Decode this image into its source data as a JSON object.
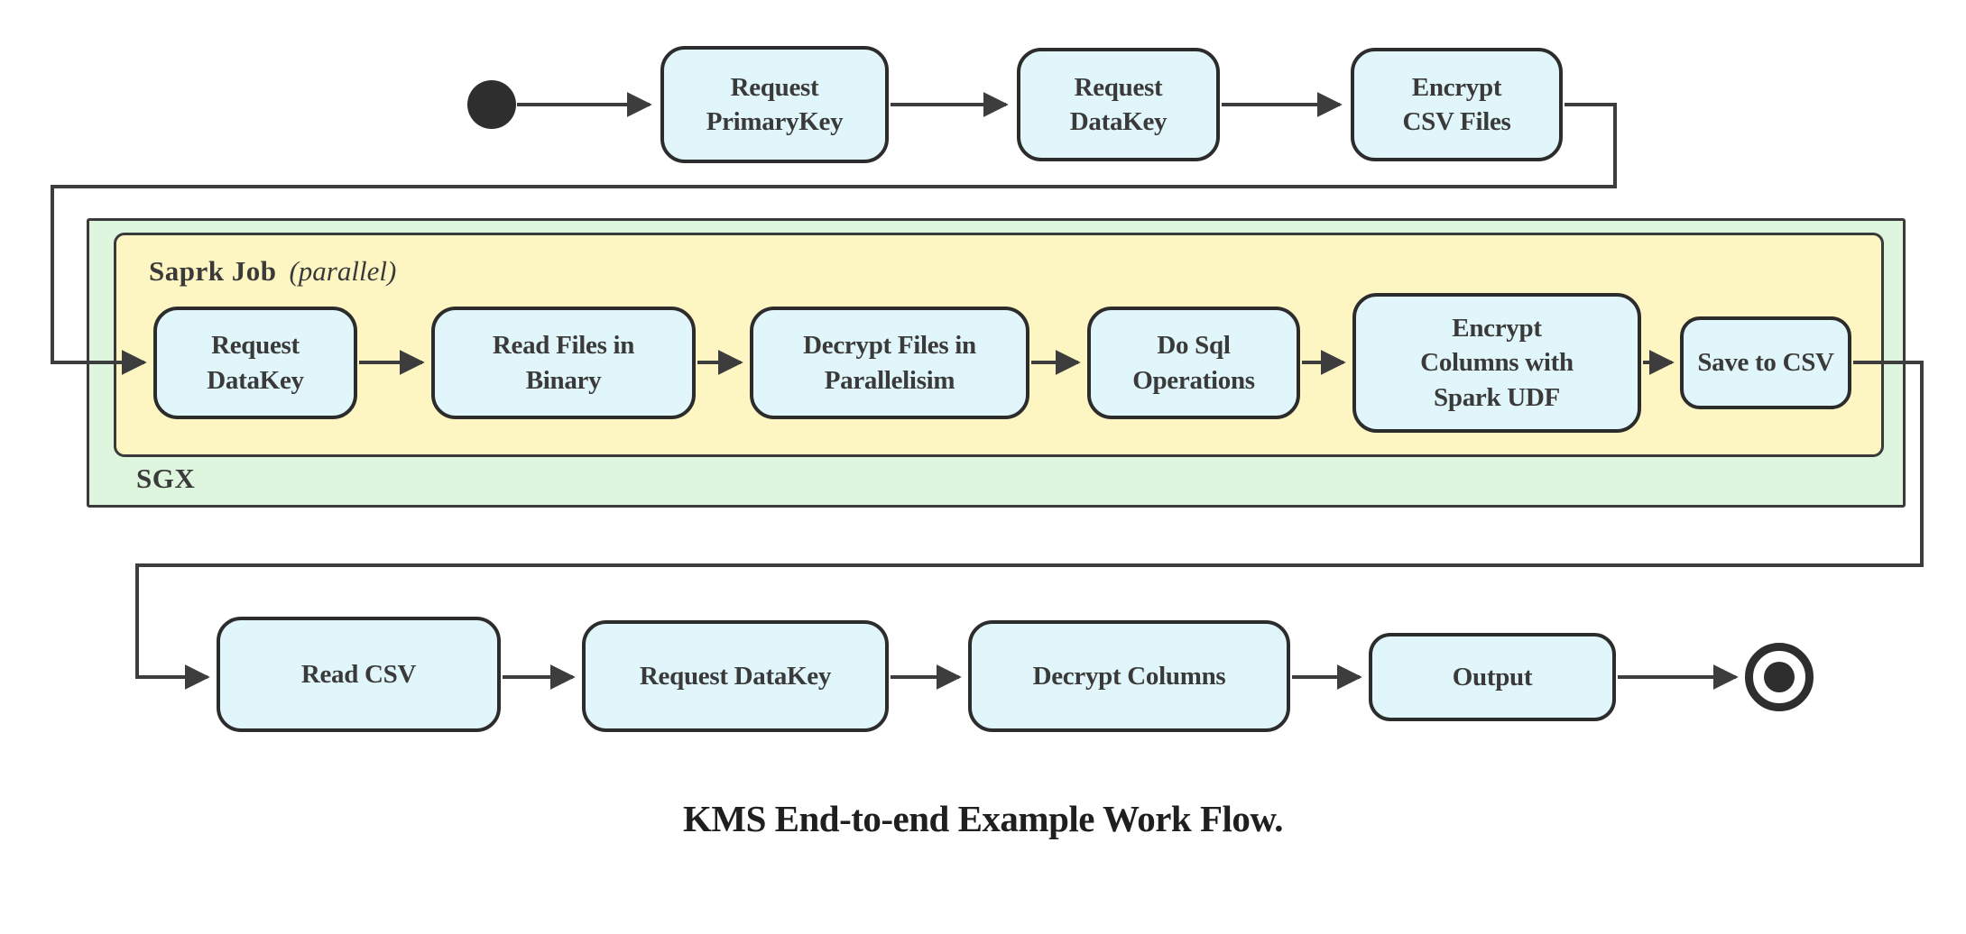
{
  "title": "KMS End-to-end Example Work Flow.",
  "colors": {
    "node_fill": "#e1f6fa",
    "node_border": "#2c2c2c",
    "node_text": "#3a3a3a",
    "spark_fill": "#fdf6c3",
    "sgx_fill": "#def5de",
    "container_border": "#3a3a3a",
    "edge": "#3d3d3d",
    "marker": "#2e2e2e",
    "title_text": "#1f1f1f"
  },
  "containers": {
    "spark": {
      "label": "Saprk Job",
      "annotation": "(parallel)"
    },
    "sgx": {
      "label": "SGX"
    }
  },
  "nodes": {
    "top": [
      {
        "label": "Request\nPrimaryKey"
      },
      {
        "label": "Request\nDataKey"
      },
      {
        "label": "Encrypt\nCSV Files"
      }
    ],
    "spark": [
      {
        "label": "Request\nDataKey"
      },
      {
        "label": "Read Files in\nBinary"
      },
      {
        "label": "Decrypt Files in\nParallelisim"
      },
      {
        "label": "Do Sql\nOperations"
      },
      {
        "label": "Encrypt\nColumns with\nSpark UDF"
      },
      {
        "label": "Save to CSV"
      }
    ],
    "bottom": [
      {
        "label": "Read CSV"
      },
      {
        "label": "Request DataKey"
      },
      {
        "label": "Decrypt Columns"
      },
      {
        "label": "Output"
      }
    ]
  }
}
